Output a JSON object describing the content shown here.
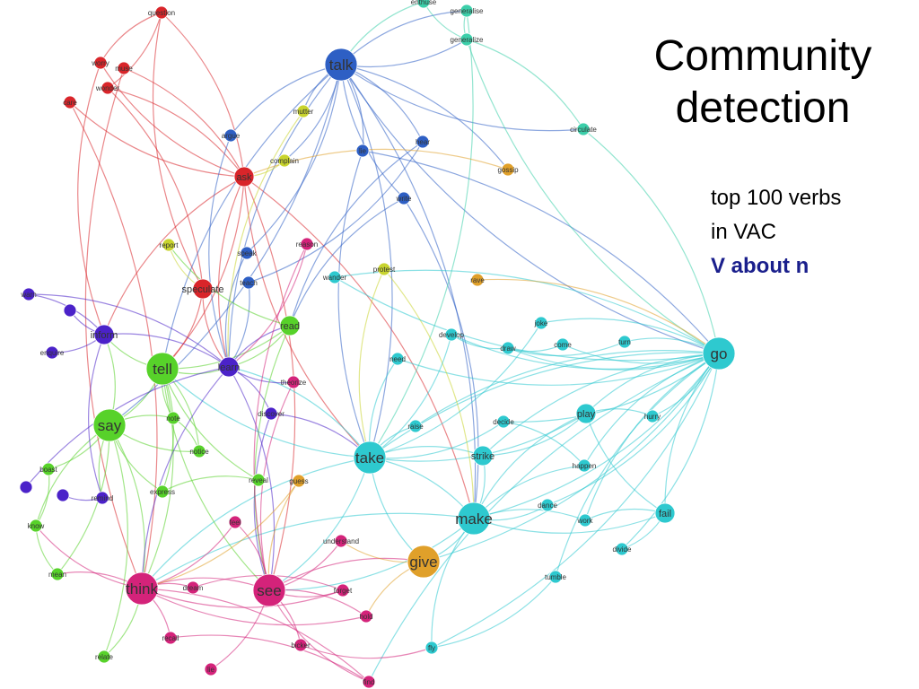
{
  "slide": {
    "title_line1": "Community",
    "title_line2": "detection",
    "caption_line1": "top 100 verbs",
    "caption_line2": "in VAC",
    "caption_line3": "V about n",
    "emph_color": "#1a1f8c"
  },
  "communities": {
    "red": "#d9252a",
    "blue": "#2e5fc4",
    "green": "#57d22a",
    "purple": "#4b22c9",
    "magenta": "#d4237a",
    "cyan": "#2ec9cf",
    "teal": "#3ccfaa",
    "orange": "#e0a02a",
    "olive": "#c8d42e"
  },
  "nodes": [
    {
      "id": "question",
      "label": "question",
      "size": "s",
      "c": "red"
    },
    {
      "id": "enthuse",
      "label": "enthuse",
      "size": "s",
      "c": "teal"
    },
    {
      "id": "generalise",
      "label": "generalise",
      "size": "s",
      "c": "teal"
    },
    {
      "id": "generalize",
      "label": "generalize",
      "size": "s",
      "c": "teal"
    },
    {
      "id": "talk",
      "label": "talk",
      "size": "l",
      "c": "blue"
    },
    {
      "id": "worry",
      "label": "worry",
      "size": "s",
      "c": "red"
    },
    {
      "id": "wonder",
      "label": "wonder",
      "size": "s",
      "c": "red"
    },
    {
      "id": "care",
      "label": "care",
      "size": "s",
      "c": "red"
    },
    {
      "id": "muse",
      "label": "muse",
      "size": "s",
      "c": "red"
    },
    {
      "id": "mutter",
      "label": "mutter",
      "size": "s",
      "c": "olive"
    },
    {
      "id": "argue",
      "label": "argue",
      "size": "s",
      "c": "blue"
    },
    {
      "id": "circulate",
      "label": "circulate",
      "size": "s",
      "c": "teal"
    },
    {
      "id": "complain",
      "label": "complain",
      "size": "s",
      "c": "olive"
    },
    {
      "id": "lie",
      "label": "lie",
      "size": "s",
      "c": "blue"
    },
    {
      "id": "hear",
      "label": "hear",
      "size": "s",
      "c": "blue"
    },
    {
      "id": "ask",
      "label": "ask",
      "size": "m",
      "c": "red"
    },
    {
      "id": "gossip",
      "label": "gossip",
      "size": "s",
      "c": "orange"
    },
    {
      "id": "write",
      "label": "write",
      "size": "s",
      "c": "blue"
    },
    {
      "id": "report",
      "label": "report",
      "size": "s",
      "c": "olive"
    },
    {
      "id": "reason",
      "label": "reason",
      "size": "s",
      "c": "magenta"
    },
    {
      "id": "speak",
      "label": "speak",
      "size": "s",
      "c": "blue"
    },
    {
      "id": "protest",
      "label": "protest",
      "size": "s",
      "c": "olive"
    },
    {
      "id": "wander",
      "label": "wander",
      "size": "s",
      "c": "cyan"
    },
    {
      "id": "rave",
      "label": "rave",
      "size": "s",
      "c": "orange"
    },
    {
      "id": "teach",
      "label": "teach",
      "size": "s",
      "c": "blue"
    },
    {
      "id": "speculate",
      "label": "speculate",
      "size": "m",
      "c": "red"
    },
    {
      "id": "warn",
      "label": "warn",
      "size": "s",
      "c": "purple"
    },
    {
      "id": "read",
      "label": "read",
      "size": "m",
      "c": "green"
    },
    {
      "id": "joke",
      "label": "joke",
      "size": "s",
      "c": "cyan"
    },
    {
      "id": "develop",
      "label": "develop",
      "size": "s",
      "c": "cyan"
    },
    {
      "id": "draw",
      "label": "draw",
      "size": "s",
      "c": "cyan"
    },
    {
      "id": "come",
      "label": "come",
      "size": "s",
      "c": "cyan"
    },
    {
      "id": "turn",
      "label": "turn",
      "size": "s",
      "c": "cyan"
    },
    {
      "id": "inform",
      "label": "inform",
      "size": "m",
      "c": "purple"
    },
    {
      "id": "enquire",
      "label": "enquire",
      "size": "s",
      "c": "purple"
    },
    {
      "id": "need",
      "label": "need",
      "size": "s",
      "c": "cyan"
    },
    {
      "id": "go",
      "label": "go",
      "size": "l",
      "c": "cyan"
    },
    {
      "id": "tell",
      "label": "tell",
      "size": "l",
      "c": "green"
    },
    {
      "id": "learn",
      "label": "learn",
      "size": "m",
      "c": "purple"
    },
    {
      "id": "theorize",
      "label": "theorize",
      "size": "s",
      "c": "magenta"
    },
    {
      "id": "play",
      "label": "play",
      "size": "m",
      "c": "cyan"
    },
    {
      "id": "hurry",
      "label": "hurry",
      "size": "s",
      "c": "cyan"
    },
    {
      "id": "discover",
      "label": "discover",
      "size": "s",
      "c": "purple"
    },
    {
      "id": "decide",
      "label": "decide",
      "size": "s",
      "c": "cyan"
    },
    {
      "id": "say",
      "label": "say",
      "size": "l",
      "c": "green"
    },
    {
      "id": "note",
      "label": "note",
      "size": "s",
      "c": "green"
    },
    {
      "id": "raise",
      "label": "raise",
      "size": "s",
      "c": "cyan"
    },
    {
      "id": "notice",
      "label": "notice",
      "size": "s",
      "c": "green"
    },
    {
      "id": "take",
      "label": "take",
      "size": "l",
      "c": "cyan"
    },
    {
      "id": "strike",
      "label": "strike",
      "size": "m",
      "c": "cyan"
    },
    {
      "id": "happen",
      "label": "happen",
      "size": "s",
      "c": "cyan"
    },
    {
      "id": "boast",
      "label": "boast",
      "size": "s",
      "c": "green"
    },
    {
      "id": "remind",
      "label": "remind",
      "size": "s",
      "c": "purple"
    },
    {
      "id": "express",
      "label": "express",
      "size": "s",
      "c": "green"
    },
    {
      "id": "reveal",
      "label": "reveal",
      "size": "s",
      "c": "green"
    },
    {
      "id": "guess",
      "label": "guess",
      "size": "s",
      "c": "orange"
    },
    {
      "id": "make",
      "label": "make",
      "size": "l",
      "c": "cyan"
    },
    {
      "id": "dance",
      "label": "dance",
      "size": "s",
      "c": "cyan"
    },
    {
      "id": "fail",
      "label": "fail",
      "size": "m",
      "c": "cyan"
    },
    {
      "id": "know",
      "label": "know",
      "size": "s",
      "c": "green"
    },
    {
      "id": "feel",
      "label": "feel",
      "size": "s",
      "c": "magenta"
    },
    {
      "id": "understand",
      "label": "understand",
      "size": "s",
      "c": "magenta"
    },
    {
      "id": "work",
      "label": "work",
      "size": "s",
      "c": "cyan"
    },
    {
      "id": "divide",
      "label": "divide",
      "size": "s",
      "c": "cyan"
    },
    {
      "id": "give",
      "label": "give",
      "size": "l",
      "c": "orange"
    },
    {
      "id": "mean",
      "label": "mean",
      "size": "s",
      "c": "green"
    },
    {
      "id": "think",
      "label": "think",
      "size": "l",
      "c": "magenta"
    },
    {
      "id": "dream",
      "label": "dream",
      "size": "s",
      "c": "magenta"
    },
    {
      "id": "see",
      "label": "see",
      "size": "l",
      "c": "magenta"
    },
    {
      "id": "forget",
      "label": "forget",
      "size": "s",
      "c": "magenta"
    },
    {
      "id": "tumble",
      "label": "tumble",
      "size": "s",
      "c": "cyan"
    },
    {
      "id": "hold",
      "label": "hold",
      "size": "s",
      "c": "magenta"
    },
    {
      "id": "recall",
      "label": "recall",
      "size": "s",
      "c": "magenta"
    },
    {
      "id": "relate",
      "label": "relate",
      "size": "s",
      "c": "green"
    },
    {
      "id": "bicker",
      "label": "bicker",
      "size": "s",
      "c": "magenta"
    },
    {
      "id": "fly",
      "label": "fly",
      "size": "s",
      "c": "cyan"
    },
    {
      "id": "find",
      "label": "find",
      "size": "s",
      "c": "magenta"
    },
    {
      "id": "lie2",
      "label": "lie",
      "size": "s",
      "c": "magenta"
    },
    {
      "id": "dot1",
      "label": "",
      "size": "s",
      "c": "purple"
    },
    {
      "id": "dot2",
      "label": "",
      "size": "s",
      "c": "purple"
    },
    {
      "id": "dot3",
      "label": "",
      "size": "s",
      "c": "purple"
    }
  ],
  "edges": [
    [
      "question",
      "ask"
    ],
    [
      "question",
      "worry"
    ],
    [
      "question",
      "wonder"
    ],
    [
      "worry",
      "ask"
    ],
    [
      "wonder",
      "ask"
    ],
    [
      "care",
      "ask"
    ],
    [
      "muse",
      "ask"
    ],
    [
      "question",
      "speculate"
    ],
    [
      "wonder",
      "speculate"
    ],
    [
      "worry",
      "inform"
    ],
    [
      "care",
      "think"
    ],
    [
      "muse",
      "think"
    ],
    [
      "ask",
      "tell"
    ],
    [
      "ask",
      "learn"
    ],
    [
      "ask",
      "see"
    ],
    [
      "ask",
      "take"
    ],
    [
      "ask",
      "make"
    ],
    [
      "ask",
      "inform"
    ],
    [
      "talk",
      "hear"
    ],
    [
      "talk",
      "argue"
    ],
    [
      "talk",
      "lie"
    ],
    [
      "talk",
      "write"
    ],
    [
      "talk",
      "speak"
    ],
    [
      "talk",
      "tell"
    ],
    [
      "talk",
      "take"
    ],
    [
      "talk",
      "go"
    ],
    [
      "talk",
      "say"
    ],
    [
      "talk",
      "learn"
    ],
    [
      "talk",
      "make"
    ],
    [
      "talk",
      "generalize"
    ],
    [
      "talk",
      "generalise"
    ],
    [
      "talk",
      "circulate"
    ],
    [
      "talk",
      "gossip"
    ],
    [
      "talk",
      "mutter"
    ],
    [
      "talk",
      "complain"
    ],
    [
      "lie",
      "take"
    ],
    [
      "lie",
      "go"
    ],
    [
      "argue",
      "learn"
    ],
    [
      "hear",
      "teach"
    ],
    [
      "speak",
      "learn"
    ],
    [
      "teach",
      "learn"
    ],
    [
      "write",
      "read"
    ],
    [
      "write",
      "make"
    ],
    [
      "hear",
      "read"
    ],
    [
      "generalize",
      "generalise"
    ],
    [
      "enthuse",
      "generalize"
    ],
    [
      "generalize",
      "circulate"
    ],
    [
      "generalize",
      "go"
    ],
    [
      "circulate",
      "go"
    ],
    [
      "enthuse",
      "talk"
    ],
    [
      "generalise",
      "take"
    ],
    [
      "go",
      "take"
    ],
    [
      "go",
      "make"
    ],
    [
      "go",
      "play"
    ],
    [
      "go",
      "come"
    ],
    [
      "go",
      "turn"
    ],
    [
      "go",
      "hurry"
    ],
    [
      "go",
      "fail"
    ],
    [
      "go",
      "draw"
    ],
    [
      "go",
      "happen"
    ],
    [
      "go",
      "dance"
    ],
    [
      "go",
      "work"
    ],
    [
      "go",
      "divide"
    ],
    [
      "go",
      "strike"
    ],
    [
      "go",
      "develop"
    ],
    [
      "go",
      "tumble"
    ],
    [
      "go",
      "fly"
    ],
    [
      "go",
      "raise"
    ],
    [
      "go",
      "decide"
    ],
    [
      "go",
      "joke"
    ],
    [
      "go",
      "need"
    ],
    [
      "go",
      "wander"
    ],
    [
      "go",
      "give"
    ],
    [
      "go",
      "find"
    ],
    [
      "take",
      "make"
    ],
    [
      "take",
      "give"
    ],
    [
      "take",
      "strike"
    ],
    [
      "take",
      "play"
    ],
    [
      "take",
      "see"
    ],
    [
      "take",
      "think"
    ],
    [
      "take",
      "tell"
    ],
    [
      "take",
      "learn"
    ],
    [
      "take",
      "raise"
    ],
    [
      "take",
      "decide"
    ],
    [
      "make",
      "give"
    ],
    [
      "make",
      "strike"
    ],
    [
      "make",
      "play"
    ],
    [
      "make",
      "fail"
    ],
    [
      "make",
      "happen"
    ],
    [
      "make",
      "think"
    ],
    [
      "make",
      "see"
    ],
    [
      "make",
      "dance"
    ],
    [
      "make",
      "work"
    ],
    [
      "make",
      "fly"
    ],
    [
      "play",
      "hurry"
    ],
    [
      "play",
      "fail"
    ],
    [
      "play",
      "strike"
    ],
    [
      "draw",
      "turn"
    ],
    [
      "draw",
      "develop"
    ],
    [
      "draw",
      "come"
    ],
    [
      "fail",
      "divide"
    ],
    [
      "fail",
      "work"
    ],
    [
      "tumble",
      "fly"
    ],
    [
      "happen",
      "decide"
    ],
    [
      "tell",
      "say"
    ],
    [
      "tell",
      "learn"
    ],
    [
      "tell",
      "inform"
    ],
    [
      "tell",
      "note"
    ],
    [
      "tell",
      "notice"
    ],
    [
      "tell",
      "reveal"
    ],
    [
      "tell",
      "express"
    ],
    [
      "tell",
      "read"
    ],
    [
      "tell",
      "think"
    ],
    [
      "tell",
      "see"
    ],
    [
      "say",
      "note"
    ],
    [
      "say",
      "notice"
    ],
    [
      "say",
      "boast"
    ],
    [
      "say",
      "know"
    ],
    [
      "say",
      "mean"
    ],
    [
      "say",
      "remind"
    ],
    [
      "say",
      "think"
    ],
    [
      "say",
      "express"
    ],
    [
      "say",
      "relate"
    ],
    [
      "say",
      "inform"
    ],
    [
      "inform",
      "enquire"
    ],
    [
      "inform",
      "warn"
    ],
    [
      "inform",
      "learn"
    ],
    [
      "inform",
      "remind"
    ],
    [
      "warn",
      "learn"
    ],
    [
      "dot1",
      "inform"
    ],
    [
      "dot2",
      "learn"
    ],
    [
      "dot3",
      "remind"
    ],
    [
      "learn",
      "discover"
    ],
    [
      "learn",
      "theorize"
    ],
    [
      "learn",
      "see"
    ],
    [
      "learn",
      "think"
    ],
    [
      "learn",
      "read"
    ],
    [
      "discover",
      "see"
    ],
    [
      "discover",
      "take"
    ],
    [
      "theorize",
      "see"
    ],
    [
      "read",
      "learn"
    ],
    [
      "read",
      "see"
    ],
    [
      "read",
      "report"
    ],
    [
      "report",
      "speculate"
    ],
    [
      "speculate",
      "tell"
    ],
    [
      "speculate",
      "learn"
    ],
    [
      "think",
      "see"
    ],
    [
      "think",
      "feel"
    ],
    [
      "think",
      "dream"
    ],
    [
      "think",
      "forget"
    ],
    [
      "think",
      "recall"
    ],
    [
      "think",
      "hold"
    ],
    [
      "think",
      "know"
    ],
    [
      "think",
      "mean"
    ],
    [
      "think",
      "find"
    ],
    [
      "see",
      "feel"
    ],
    [
      "see",
      "hold"
    ],
    [
      "see",
      "understand"
    ],
    [
      "see",
      "bicker"
    ],
    [
      "see",
      "forget"
    ],
    [
      "see",
      "lie2"
    ],
    [
      "see",
      "find"
    ],
    [
      "see",
      "give"
    ],
    [
      "give",
      "hold"
    ],
    [
      "give",
      "understand"
    ],
    [
      "guess",
      "see"
    ],
    [
      "guess",
      "think"
    ],
    [
      "reason",
      "see"
    ],
    [
      "reason",
      "learn"
    ],
    [
      "protest",
      "take"
    ],
    [
      "protest",
      "make"
    ],
    [
      "wander",
      "go"
    ],
    [
      "rave",
      "go"
    ],
    [
      "gossip",
      "ask"
    ],
    [
      "complain",
      "ask"
    ],
    [
      "mutter",
      "learn"
    ],
    [
      "joke",
      "take"
    ],
    [
      "need",
      "take"
    ],
    [
      "develop",
      "take"
    ],
    [
      "relate",
      "think"
    ],
    [
      "boast",
      "know"
    ],
    [
      "know",
      "mean"
    ],
    [
      "express",
      "reveal"
    ],
    [
      "notice",
      "note"
    ],
    [
      "recall",
      "find"
    ],
    [
      "bicker",
      "fly"
    ],
    [
      "dream",
      "forget"
    ]
  ]
}
